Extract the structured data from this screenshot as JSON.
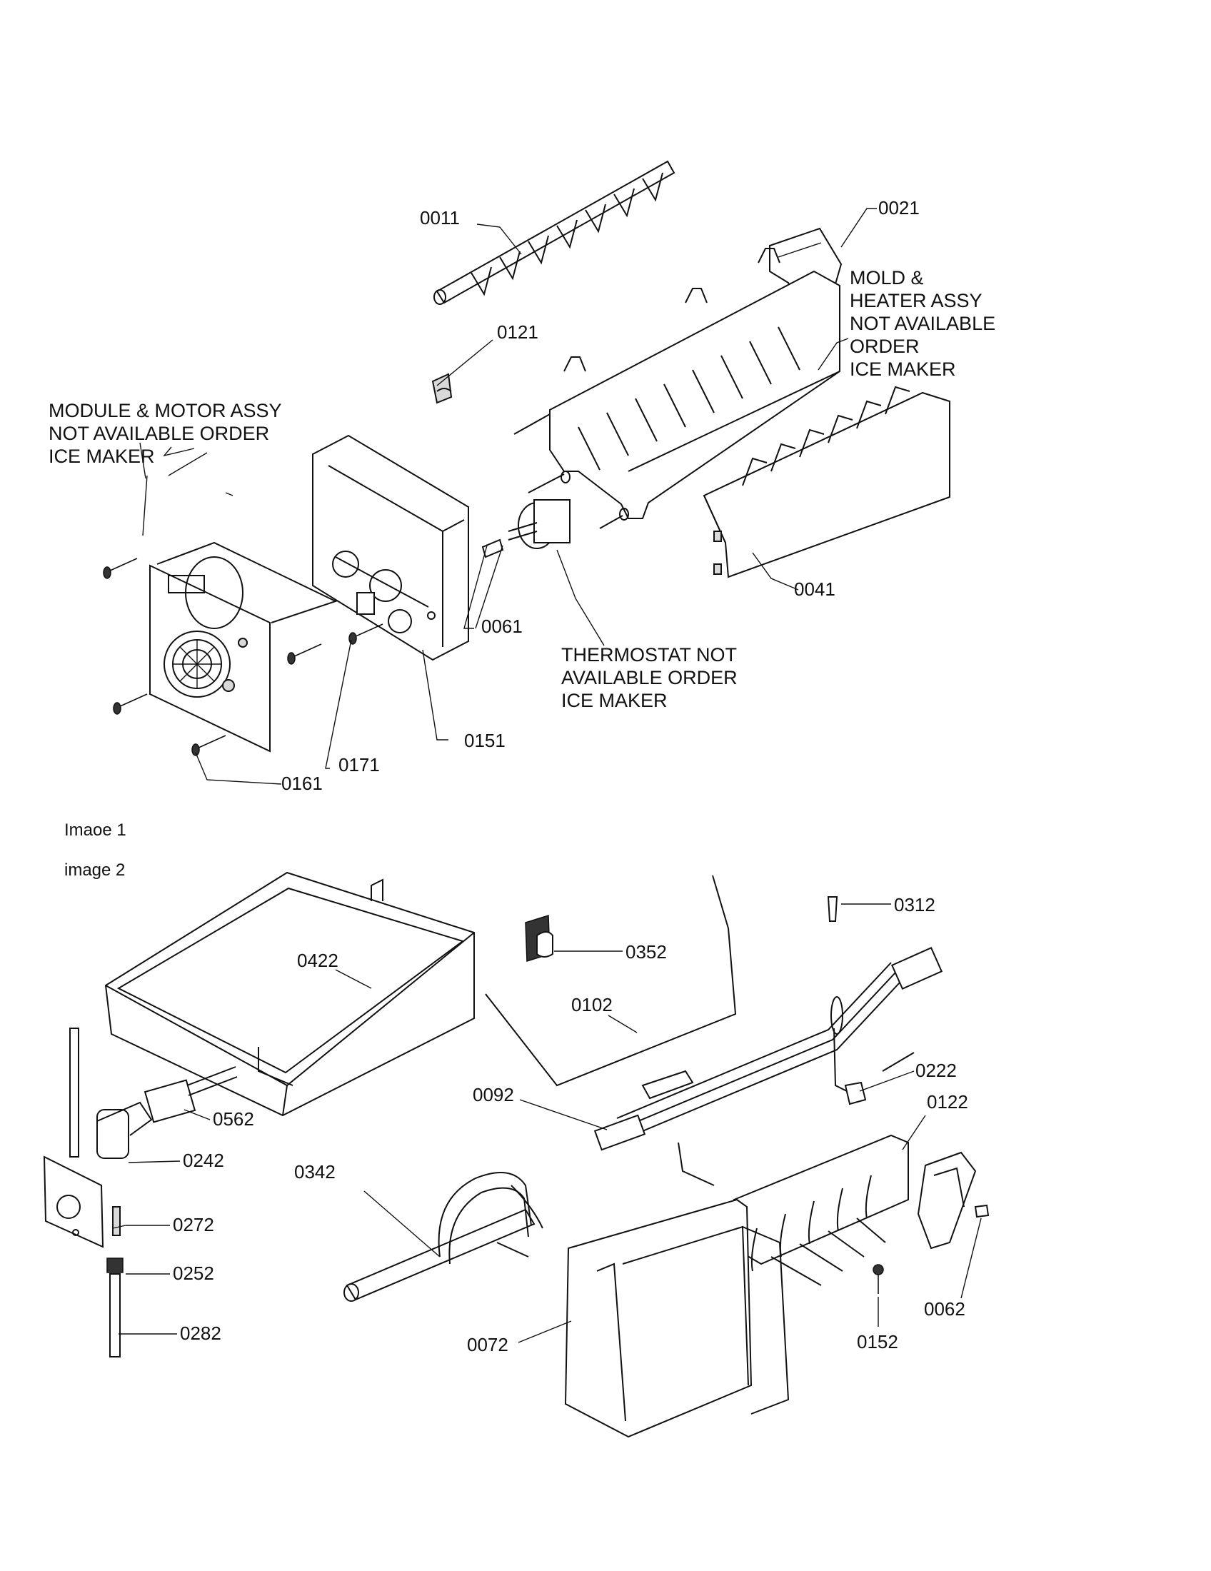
{
  "figure": {
    "image_labels": [
      "Imaoe 1",
      "image 2"
    ]
  },
  "image1": {
    "callouts": {
      "p0011": "0011",
      "p0021": "0021",
      "p0121": "0121",
      "p0041": "0041",
      "p0061": "0061",
      "p0151": "0151",
      "p0171": "0171",
      "p0161": "0161"
    },
    "notes": {
      "mold_heater": [
        "MOLD &",
        "HEATER ASSY",
        "NOT AVAILABLE",
        "ORDER",
        "ICE MAKER"
      ],
      "module_motor": [
        "MODULE & MOTOR ASSY",
        "NOT AVAILABLE ORDER",
        "ICE MAKER"
      ],
      "thermostat": [
        "THERMOSTAT NOT",
        "AVAILABLE ORDER",
        "ICE MAKER"
      ]
    }
  },
  "image2": {
    "callouts": {
      "p0312": "0312",
      "p0352": "0352",
      "p0422": "0422",
      "p0102": "0102",
      "p0222": "0222",
      "p0122": "0122",
      "p0092": "0092",
      "p0562": "0562",
      "p0242": "0242",
      "p0342": "0342",
      "p0272": "0272",
      "p0252": "0252",
      "p0282": "0282",
      "p0062": "0062",
      "p0152": "0152",
      "p0072": "0072"
    }
  }
}
